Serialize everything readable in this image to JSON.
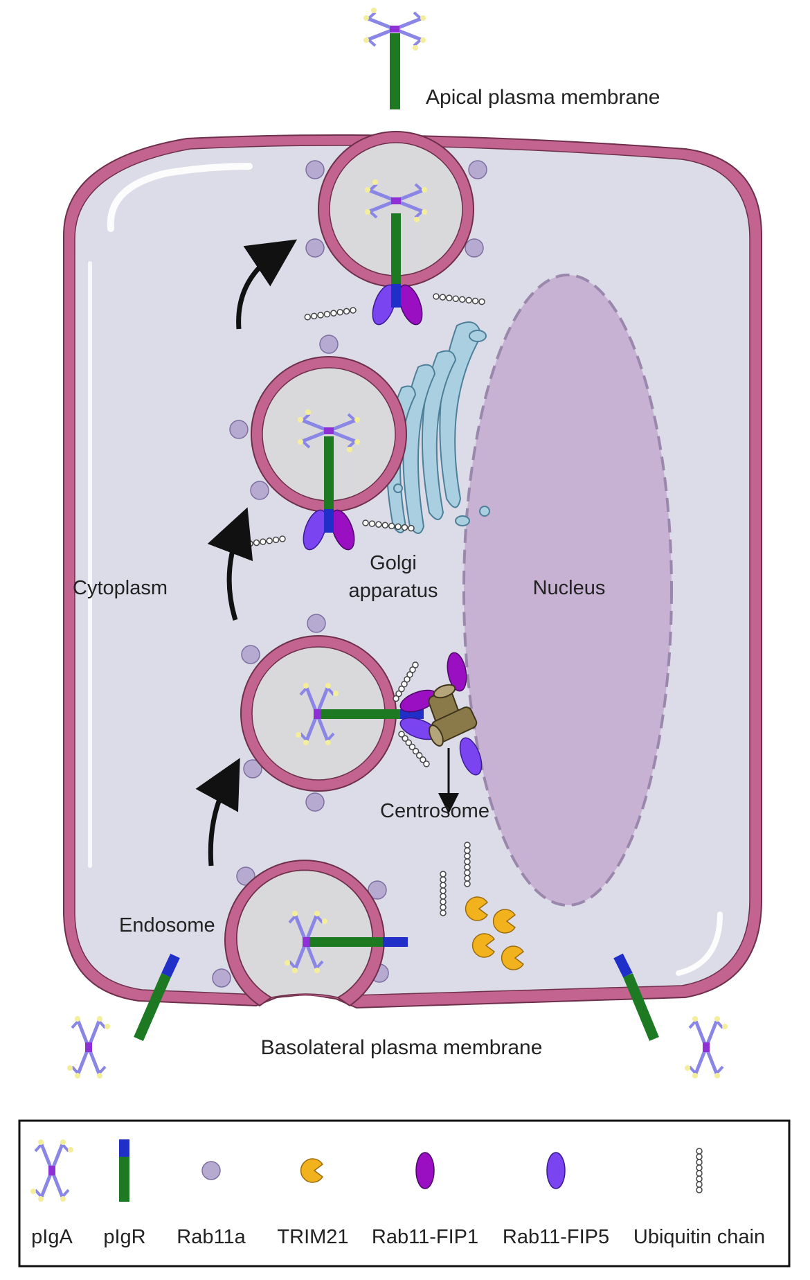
{
  "labels": {
    "apical": "Apical plasma membrane",
    "basolateral": "Basolateral plasma membrane",
    "cytoplasm": "Cytoplasm",
    "nucleus": "Nucleus",
    "golgi_line1": "Golgi",
    "golgi_line2": "apparatus",
    "centrosome": "Centrosome",
    "endosome": "Endosome"
  },
  "legend": {
    "items": [
      {
        "label": "pIgA",
        "icon": "piga-icon"
      },
      {
        "label": "pIgR",
        "icon": "pigr-icon"
      },
      {
        "label": "Rab11a",
        "icon": "rab11a-icon"
      },
      {
        "label": "TRIM21",
        "icon": "trim21-icon"
      },
      {
        "label": "Rab11-FIP1",
        "icon": "rab11-fip1-icon"
      },
      {
        "label": "Rab11-FIP5",
        "icon": "rab11-fip5-icon"
      },
      {
        "label": "Ubiquitin chain",
        "icon": "ubiquitin-chain-icon"
      }
    ]
  },
  "colors": {
    "membrane": "#c2648f",
    "cytoplasm": "#dcdce8",
    "vesicle": "#d9d9db",
    "nucleus": "#c8b2d4",
    "golgi": "#a9cfe0",
    "pigr_green": "#1e7a22",
    "pigr_blue": "#1f2fc8",
    "piga": "#8a86e6",
    "rab11a": "#b7aad0",
    "trim21": "#f2b21e",
    "fip1": "#9a0fc2",
    "fip5": "#7a44f0",
    "centrosome": "#8a7a4a"
  }
}
